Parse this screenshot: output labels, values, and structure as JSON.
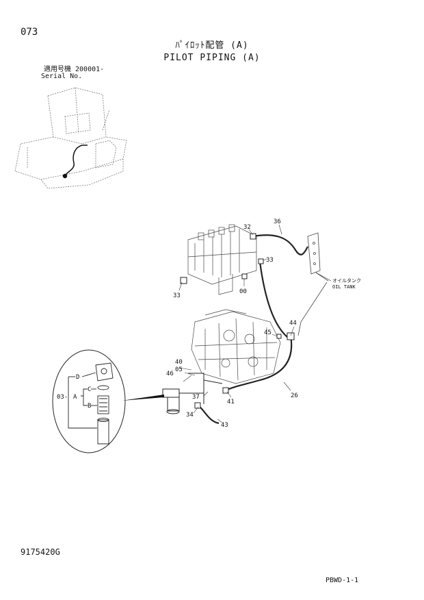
{
  "header": {
    "page_number": "073",
    "title_jp": "ﾊﾟｲﾛｯﾄ配管 (A)",
    "title_en": "PILOT PIPING (A)",
    "serial_jp": "適用号機  200001-",
    "serial_en": "Serial No."
  },
  "callouts": {
    "c32": "32",
    "c36": "36",
    "c33a": "33",
    "c33b": "33",
    "c00": "00",
    "oil_tank_jp": "オイルタンク",
    "oil_tank_en": "OIL TANK",
    "c44": "44",
    "c45": "45",
    "c40": "40",
    "c05": "05",
    "c46": "46",
    "c37": "37",
    "c41": "41",
    "c26": "26",
    "c34": "34",
    "c43": "43"
  },
  "detail": {
    "d": "D",
    "c": "C",
    "a": "A",
    "b": "B",
    "c03": "03-"
  },
  "footer": {
    "doc_code": "9175420G",
    "page_code": "PBWD-1-1"
  }
}
